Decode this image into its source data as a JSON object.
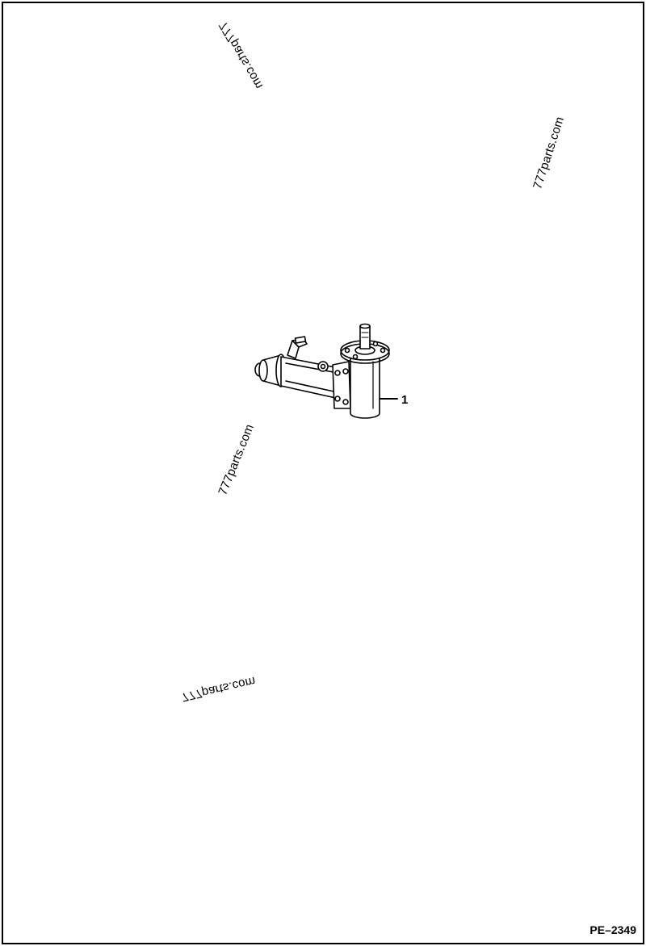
{
  "watermarks": [
    "777parts.com",
    "777parts.com",
    "777parts.com",
    "777parts.com"
  ],
  "callouts": [
    {
      "number": "1"
    }
  ],
  "figure_code": "PE–2349"
}
